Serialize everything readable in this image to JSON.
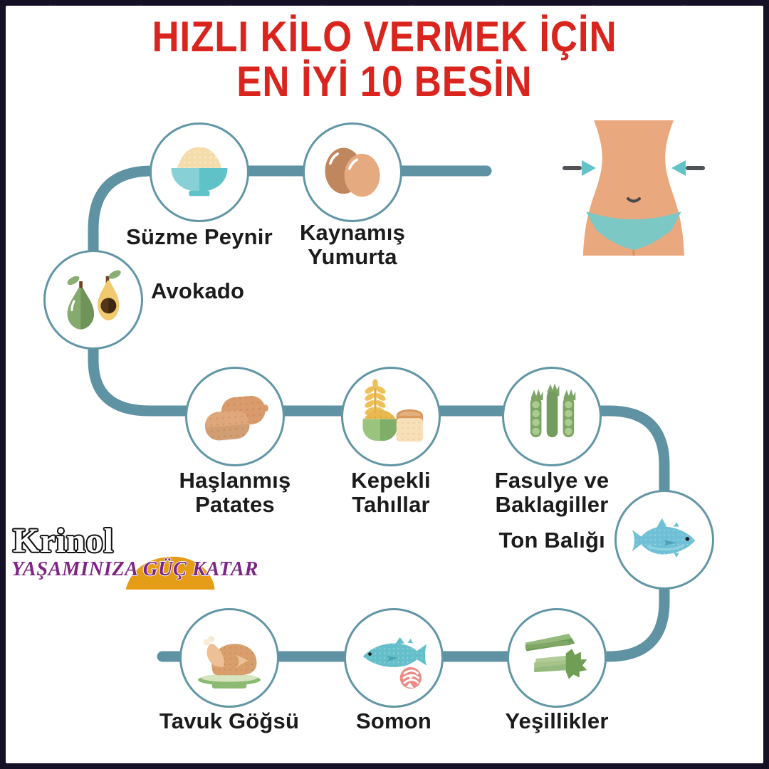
{
  "title": {
    "line1": "HIZLI KİLO VERMEK İÇİN",
    "line2": "EN İYİ 10 BESİN",
    "color": "#d9251d"
  },
  "items": [
    {
      "order": 1,
      "label": "Süzme Peynir",
      "icon": "cheese-bowl-icon"
    },
    {
      "order": 2,
      "label": "Kaynamış Yumurta",
      "icon": "boiled-eggs-icon"
    },
    {
      "order": 3,
      "label": "Avokado",
      "icon": "avocado-icon"
    },
    {
      "order": 4,
      "label": "Haşlanmış Patates",
      "icon": "boiled-potatoes-icon"
    },
    {
      "order": 5,
      "label": "Kepekli Tahıllar",
      "icon": "whole-grains-icon"
    },
    {
      "order": 6,
      "label": "Fasulye ve Baklagiller",
      "icon": "beans-legumes-icon"
    },
    {
      "order": 7,
      "label": "Ton Balığı",
      "icon": "tuna-fish-icon"
    },
    {
      "order": 8,
      "label": "Yeşillikler",
      "icon": "leafy-greens-icon"
    },
    {
      "order": 9,
      "label": "Somon",
      "icon": "salmon-icon"
    },
    {
      "order": 10,
      "label": "Tavuk Göğsü",
      "icon": "roast-chicken-icon"
    }
  ],
  "logo": {
    "name": "Krinol",
    "tagline": "YAŞAMINIZA GÜÇ KATAR"
  },
  "figure": {
    "waist_illustration": "slim-waist-with-arrows"
  },
  "colors": {
    "background": "#151026",
    "panel": "#ffffff",
    "title_red": "#d9251d",
    "path_teal": "#5f92a2",
    "circle_border": "#6296a5",
    "label_text": "#1b1b1b",
    "logo_purple": "#7d2583",
    "logo_orange": "#e59c17",
    "skin": "#eaa87f",
    "bikini_teal": "#7cc8c5"
  }
}
